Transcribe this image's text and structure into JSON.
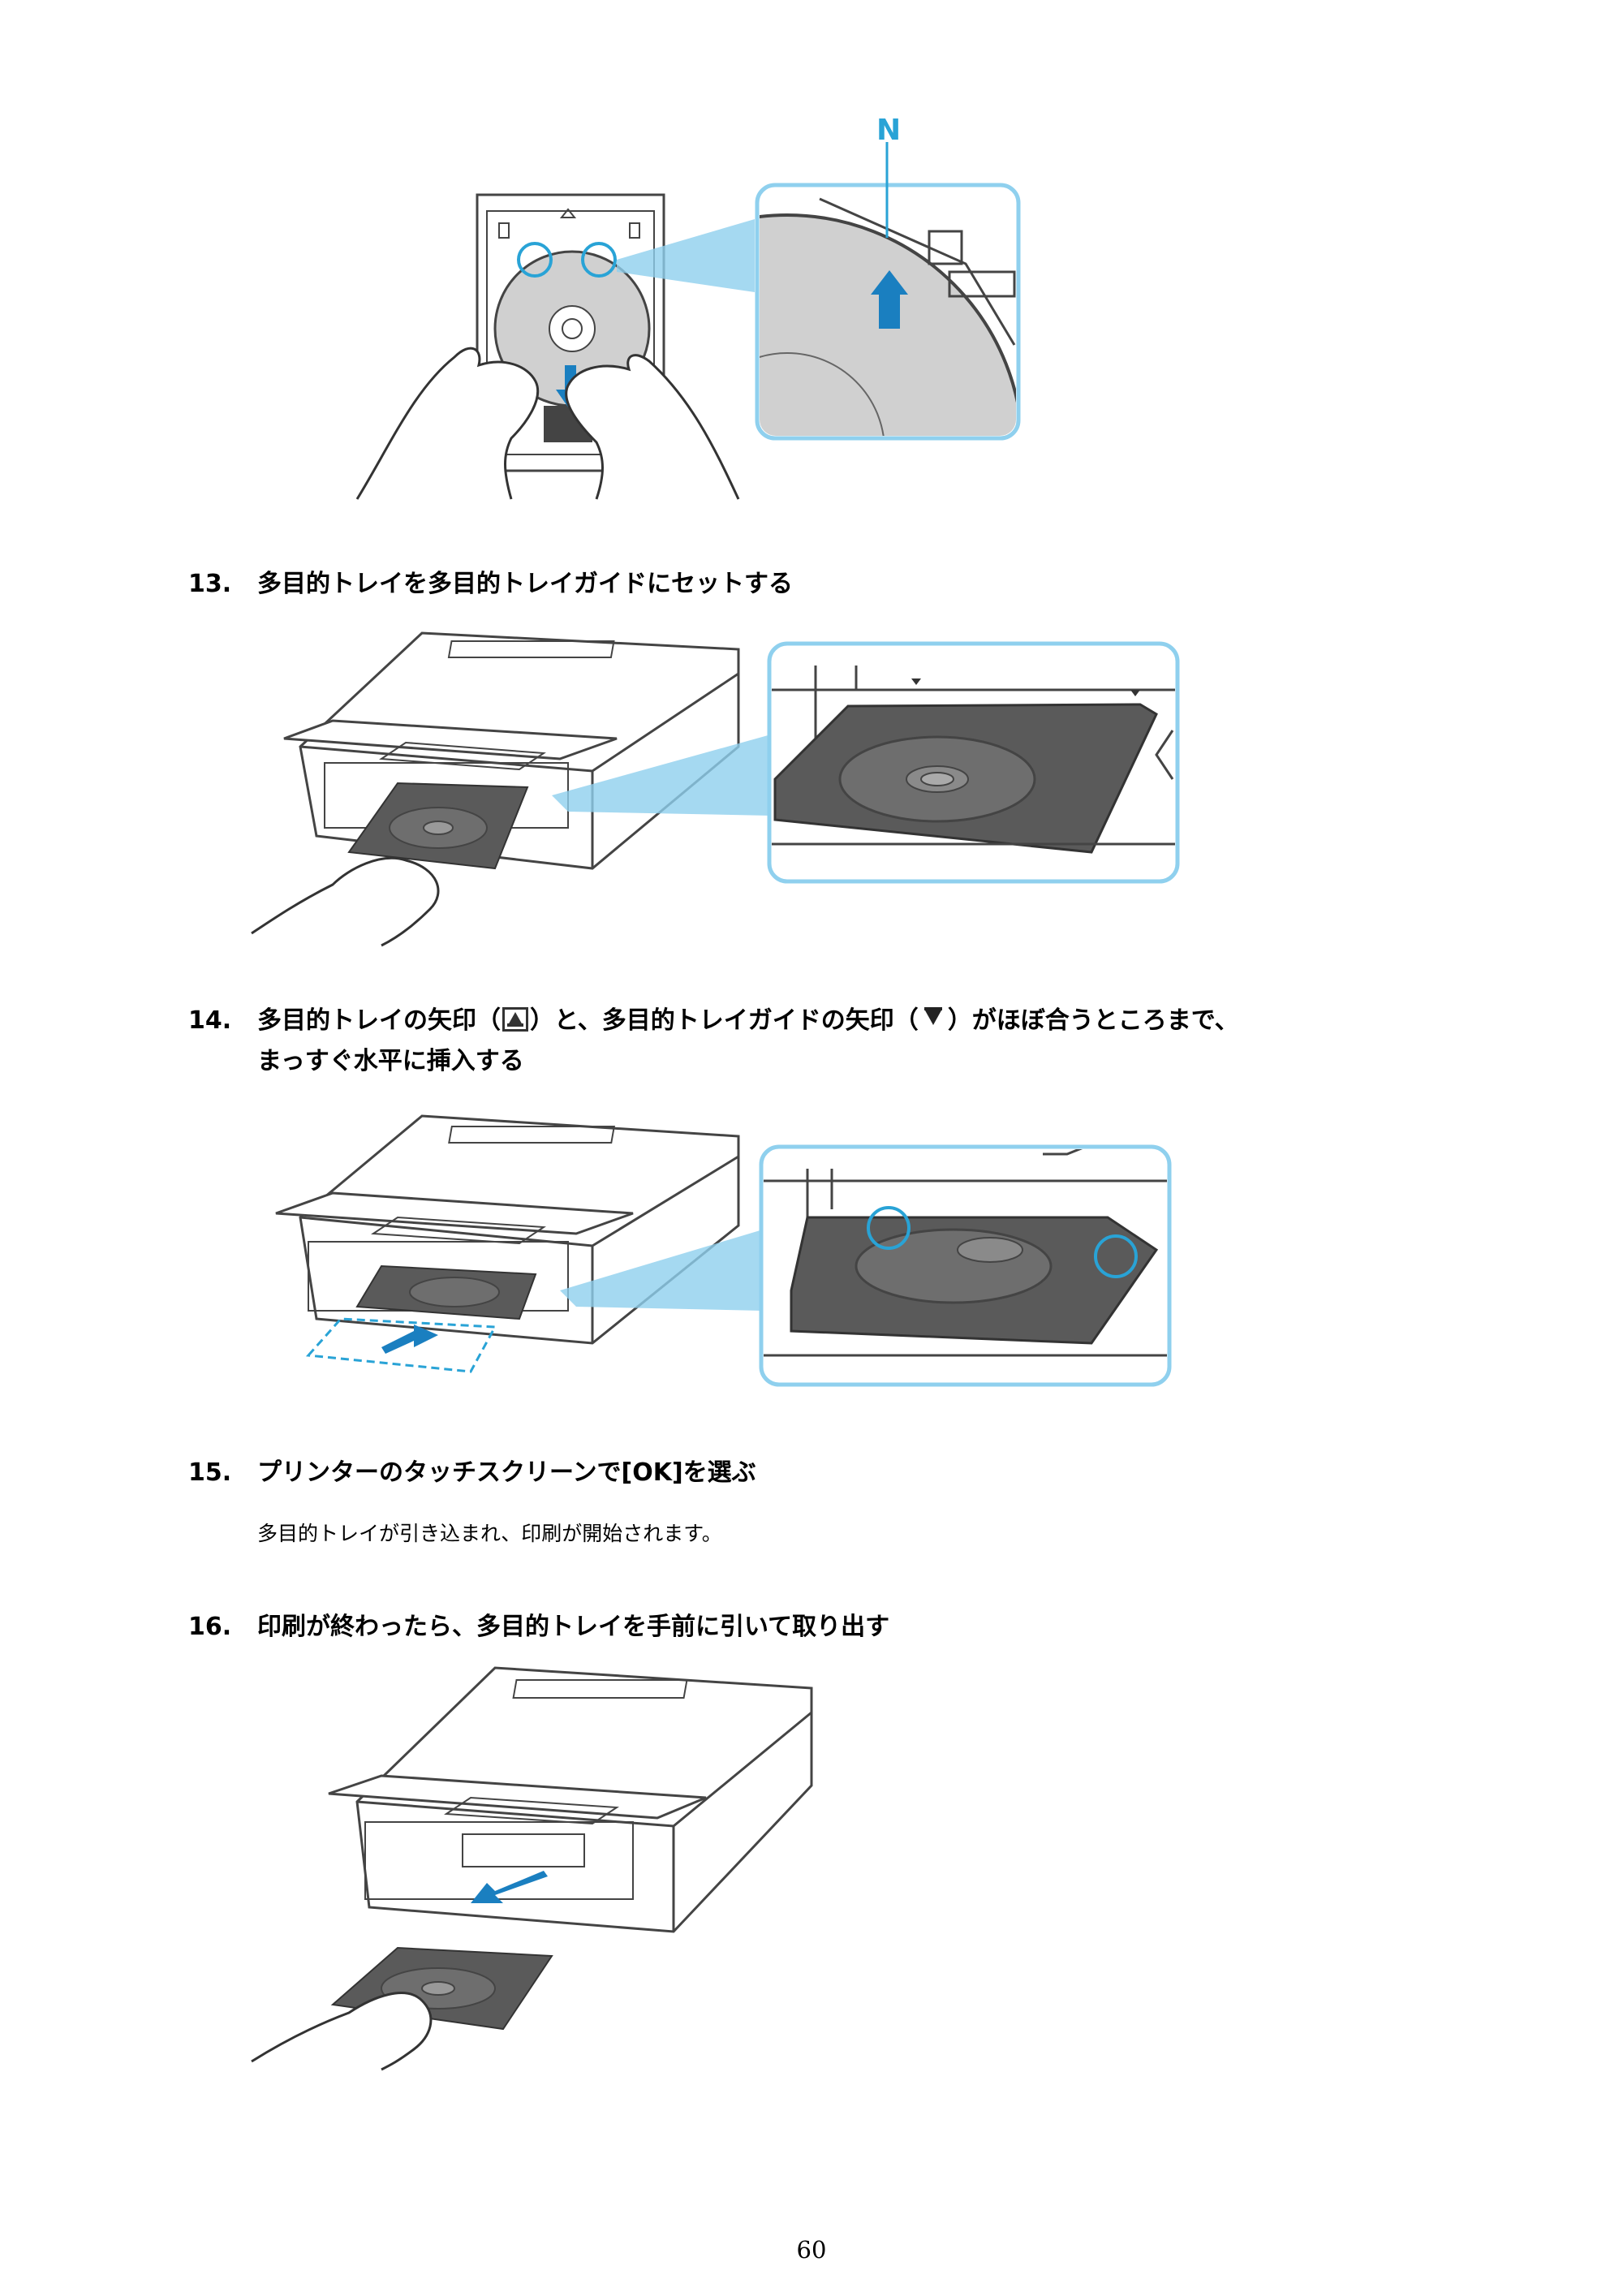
{
  "figure1": {
    "callout_label": "N"
  },
  "steps": [
    {
      "number": "13.",
      "text": "多目的トレイを多目的トレイガイドにセットする"
    },
    {
      "number": "14.",
      "text_before_icon1": "多目的トレイの矢印（",
      "text_between_icons": "）と、多目的トレイガイドの矢印（",
      "text_after_icon2": "）がほぼ合うところまで、",
      "text_line2": "まっすぐ水平に挿入する",
      "icon1": "tray-arrow-up-icon",
      "icon2": "guide-arrow-down-icon"
    },
    {
      "number": "15.",
      "text": "プリンターのタッチスクリーンで[OK]を選ぶ",
      "description": "多目的トレイが引き込まれ、印刷が開始されます。"
    },
    {
      "number": "16.",
      "text": "印刷が終わったら、多目的トレイを手前に引いて取り出す"
    }
  ],
  "page_number": "60",
  "colors": {
    "accent": "#29a3d6",
    "outline": "#444444",
    "tray": "#5a5a5a"
  }
}
